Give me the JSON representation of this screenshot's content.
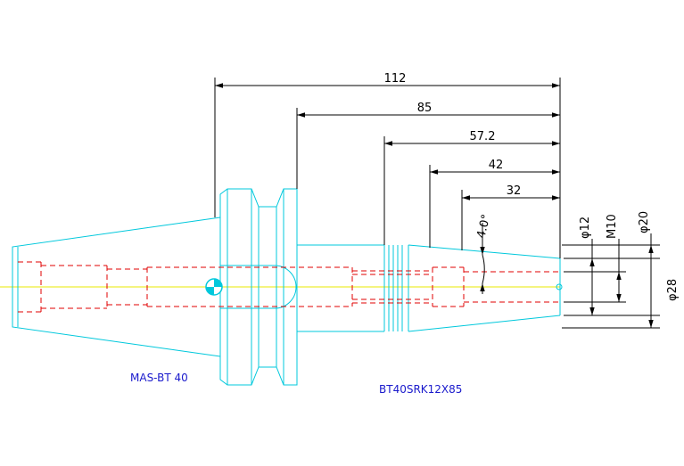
{
  "drawing": {
    "colors": {
      "outline": "#00c8dc",
      "hidden": "#e00000",
      "centerline": "#e8e800",
      "dimension": "#000000",
      "label": "#1a1acc",
      "background": "#ffffff"
    },
    "dimensions": {
      "len_112": "112",
      "len_85": "85",
      "len_57_2": "57.2",
      "len_42": "42",
      "len_32": "32",
      "angle_4": "4.0°",
      "dia_12": "φ12",
      "thread_m10": "M10",
      "dia_20": "φ20",
      "dia_28": "φ28"
    },
    "labels": {
      "holder_standard": "MAS-BT 40",
      "part_number": "BT40SRK12X85"
    }
  }
}
